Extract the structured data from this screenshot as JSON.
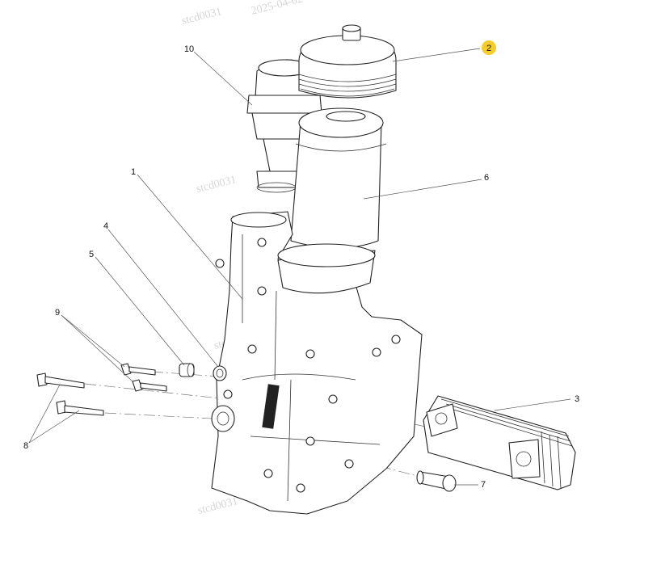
{
  "watermarks": [
    "stcd0031",
    "2025-04-02",
    "stcd0031",
    "2025-04-02",
    "stcd0031",
    "2025-04-02",
    "stcd0031"
  ],
  "callouts": [
    {
      "id": "1",
      "label": "1",
      "highlighted": false
    },
    {
      "id": "2",
      "label": "2",
      "highlighted": true
    },
    {
      "id": "3",
      "label": "3",
      "highlighted": false
    },
    {
      "id": "4",
      "label": "4",
      "highlighted": false
    },
    {
      "id": "5",
      "label": "5",
      "highlighted": false
    },
    {
      "id": "6",
      "label": "6",
      "highlighted": false
    },
    {
      "id": "7",
      "label": "7",
      "highlighted": false
    },
    {
      "id": "8",
      "label": "8",
      "highlighted": false
    },
    {
      "id": "9",
      "label": "9",
      "highlighted": false
    },
    {
      "id": "10",
      "label": "10",
      "highlighted": false
    }
  ],
  "colors": {
    "highlight": "#f4cd2a",
    "line": "#222222",
    "watermark": "#d7d7d7",
    "background": "#ffffff"
  }
}
